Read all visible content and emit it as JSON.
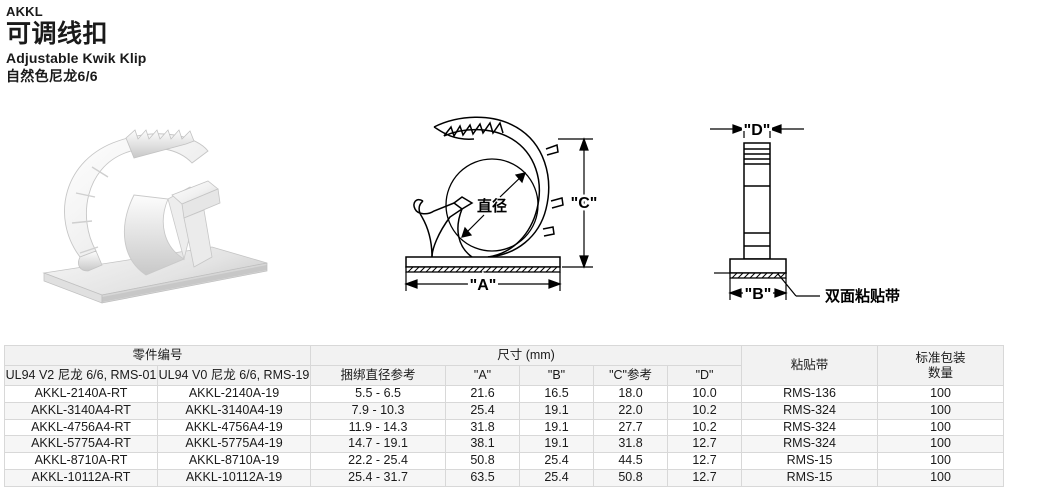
{
  "header": {
    "code": "AKKL",
    "title_cn": "可调线扣",
    "title_en": "Adjustable Kwik Klip",
    "material_cn": "自然色尼龙6/6"
  },
  "figures": {
    "product_photo_alt": "adjustable-kwik-klip-photo",
    "side_view": {
      "diameter_label": "直径",
      "height_label": "\"C\"",
      "base_width_label": "\"A\""
    },
    "front_view": {
      "top_width_label": "\"D\"",
      "base_width_label": "\"B\"",
      "tape_callout": "双面粘贴带"
    }
  },
  "table": {
    "group_headers": {
      "part_number": "零件编号",
      "dimensions": "尺寸 (mm)",
      "tape": "粘贴带",
      "package_line1": "标准包装",
      "package_line2": "数量"
    },
    "columns": [
      "UL94 V2 尼龙 6/6, RMS-01",
      "UL94 V0 尼龙 6/6, RMS-19",
      "捆绑直径参考",
      "\"A\"",
      "\"B\"",
      "\"C\"参考",
      "\"D\""
    ],
    "rows": [
      {
        "pn_v2": "AKKL-2140A-RT",
        "pn_v0": "AKKL-2140A-19",
        "bundle": "5.5 - 6.5",
        "a": "21.6",
        "b": "16.5",
        "c": "18.0",
        "d": "10.0",
        "tape": "RMS-136",
        "pack": "100"
      },
      {
        "pn_v2": "AKKL-3140A4-RT",
        "pn_v0": "AKKL-3140A4-19",
        "bundle": "7.9 - 10.3",
        "a": "25.4",
        "b": "19.1",
        "c": "22.0",
        "d": "10.2",
        "tape": "RMS-324",
        "pack": "100"
      },
      {
        "pn_v2": "AKKL-4756A4-RT",
        "pn_v0": "AKKL-4756A4-19",
        "bundle": "11.9 - 14.3",
        "a": "31.8",
        "b": "19.1",
        "c": "27.7",
        "d": "10.2",
        "tape": "RMS-324",
        "pack": "100"
      },
      {
        "pn_v2": "AKKL-5775A4-RT",
        "pn_v0": "AKKL-5775A4-19",
        "bundle": "14.7 - 19.1",
        "a": "38.1",
        "b": "19.1",
        "c": "31.8",
        "d": "12.7",
        "tape": "RMS-324",
        "pack": "100"
      },
      {
        "pn_v2": "AKKL-8710A-RT",
        "pn_v0": "AKKL-8710A-19",
        "bundle": "22.2 - 25.4",
        "a": "50.8",
        "b": "25.4",
        "c": "44.5",
        "d": "12.7",
        "tape": "RMS-15",
        "pack": "100"
      },
      {
        "pn_v2": "AKKL-10112A-RT",
        "pn_v0": "AKKL-10112A-19",
        "bundle": "25.4 - 31.7",
        "a": "63.5",
        "b": "25.4",
        "c": "50.8",
        "d": "12.7",
        "tape": "RMS-15",
        "pack": "100"
      }
    ]
  }
}
